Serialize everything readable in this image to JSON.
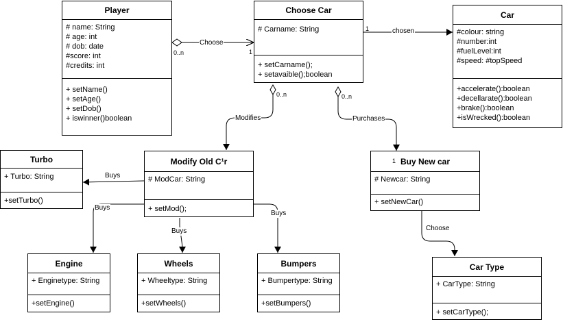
{
  "classes": {
    "player": {
      "name": "Player",
      "attributes": [
        "# name: String",
        "# age: int",
        "# dob: date",
        "#score: int",
        "#credits: int"
      ],
      "methods": [
        "+ setName()",
        "+ setAge()",
        "+ setDob()",
        "+ iswinner()boolean"
      ]
    },
    "choose_car": {
      "name": "Choose Car",
      "attributes": [
        "# Carname: String"
      ],
      "methods": [
        "+ setCarname();",
        "+ setavaible();boolean"
      ]
    },
    "car": {
      "name": "Car",
      "attributes": [
        "#colour: string",
        "#number:int",
        "#fuelLevel:int",
        "#speed: #topSpeed"
      ],
      "methods": [
        "+accelerate():boolean",
        "+decellarate():boolean",
        "+brake():boolean",
        "+isWrecked():boolean"
      ]
    },
    "turbo": {
      "name": "Turbo",
      "attributes": [
        "+ Turbo: String"
      ],
      "methods": [
        "+setTurbo()"
      ]
    },
    "modify_old_car": {
      "name": "Modify Old C¹r",
      "attributes": [
        "# ModCar: String"
      ],
      "methods": [
        "+ setMod();"
      ]
    },
    "buy_new_car": {
      "name": "Buy New car",
      "attributes": [
        "# Newcar: String"
      ],
      "methods": [
        "+ setNewCar()"
      ]
    },
    "engine": {
      "name": "Engine",
      "attributes": [
        "+ Enginetype: String"
      ],
      "methods": [
        "+setEngine()"
      ]
    },
    "wheels": {
      "name": "Wheels",
      "attributes": [
        "+ Wheeltype: String"
      ],
      "methods": [
        "+setWheels()"
      ]
    },
    "bumpers": {
      "name": "Bumpers",
      "attributes": [
        "+ Bumpertype: String"
      ],
      "methods": [
        "+setBumpers()"
      ]
    },
    "car_type": {
      "name": "Car Type",
      "attributes": [
        "+ CarType: String"
      ],
      "methods": [
        "+ setCarType();"
      ]
    }
  },
  "edges": {
    "choose": "Choose",
    "chosen": "chosen",
    "modifies": "Modifies",
    "purchases": "Purchases",
    "buys_turbo": "Buys",
    "buys_engine": "Buys",
    "buys_wheels": "Buys",
    "buys_bumpers": "Buys",
    "choose_type": "Choose"
  },
  "multiplicities": {
    "player_choose": "0..n",
    "choosecar_choose": "1",
    "choosecar_chosen": "1",
    "modify_src": "0..n",
    "purchase_src": "0..n",
    "buynew_target": "1"
  }
}
